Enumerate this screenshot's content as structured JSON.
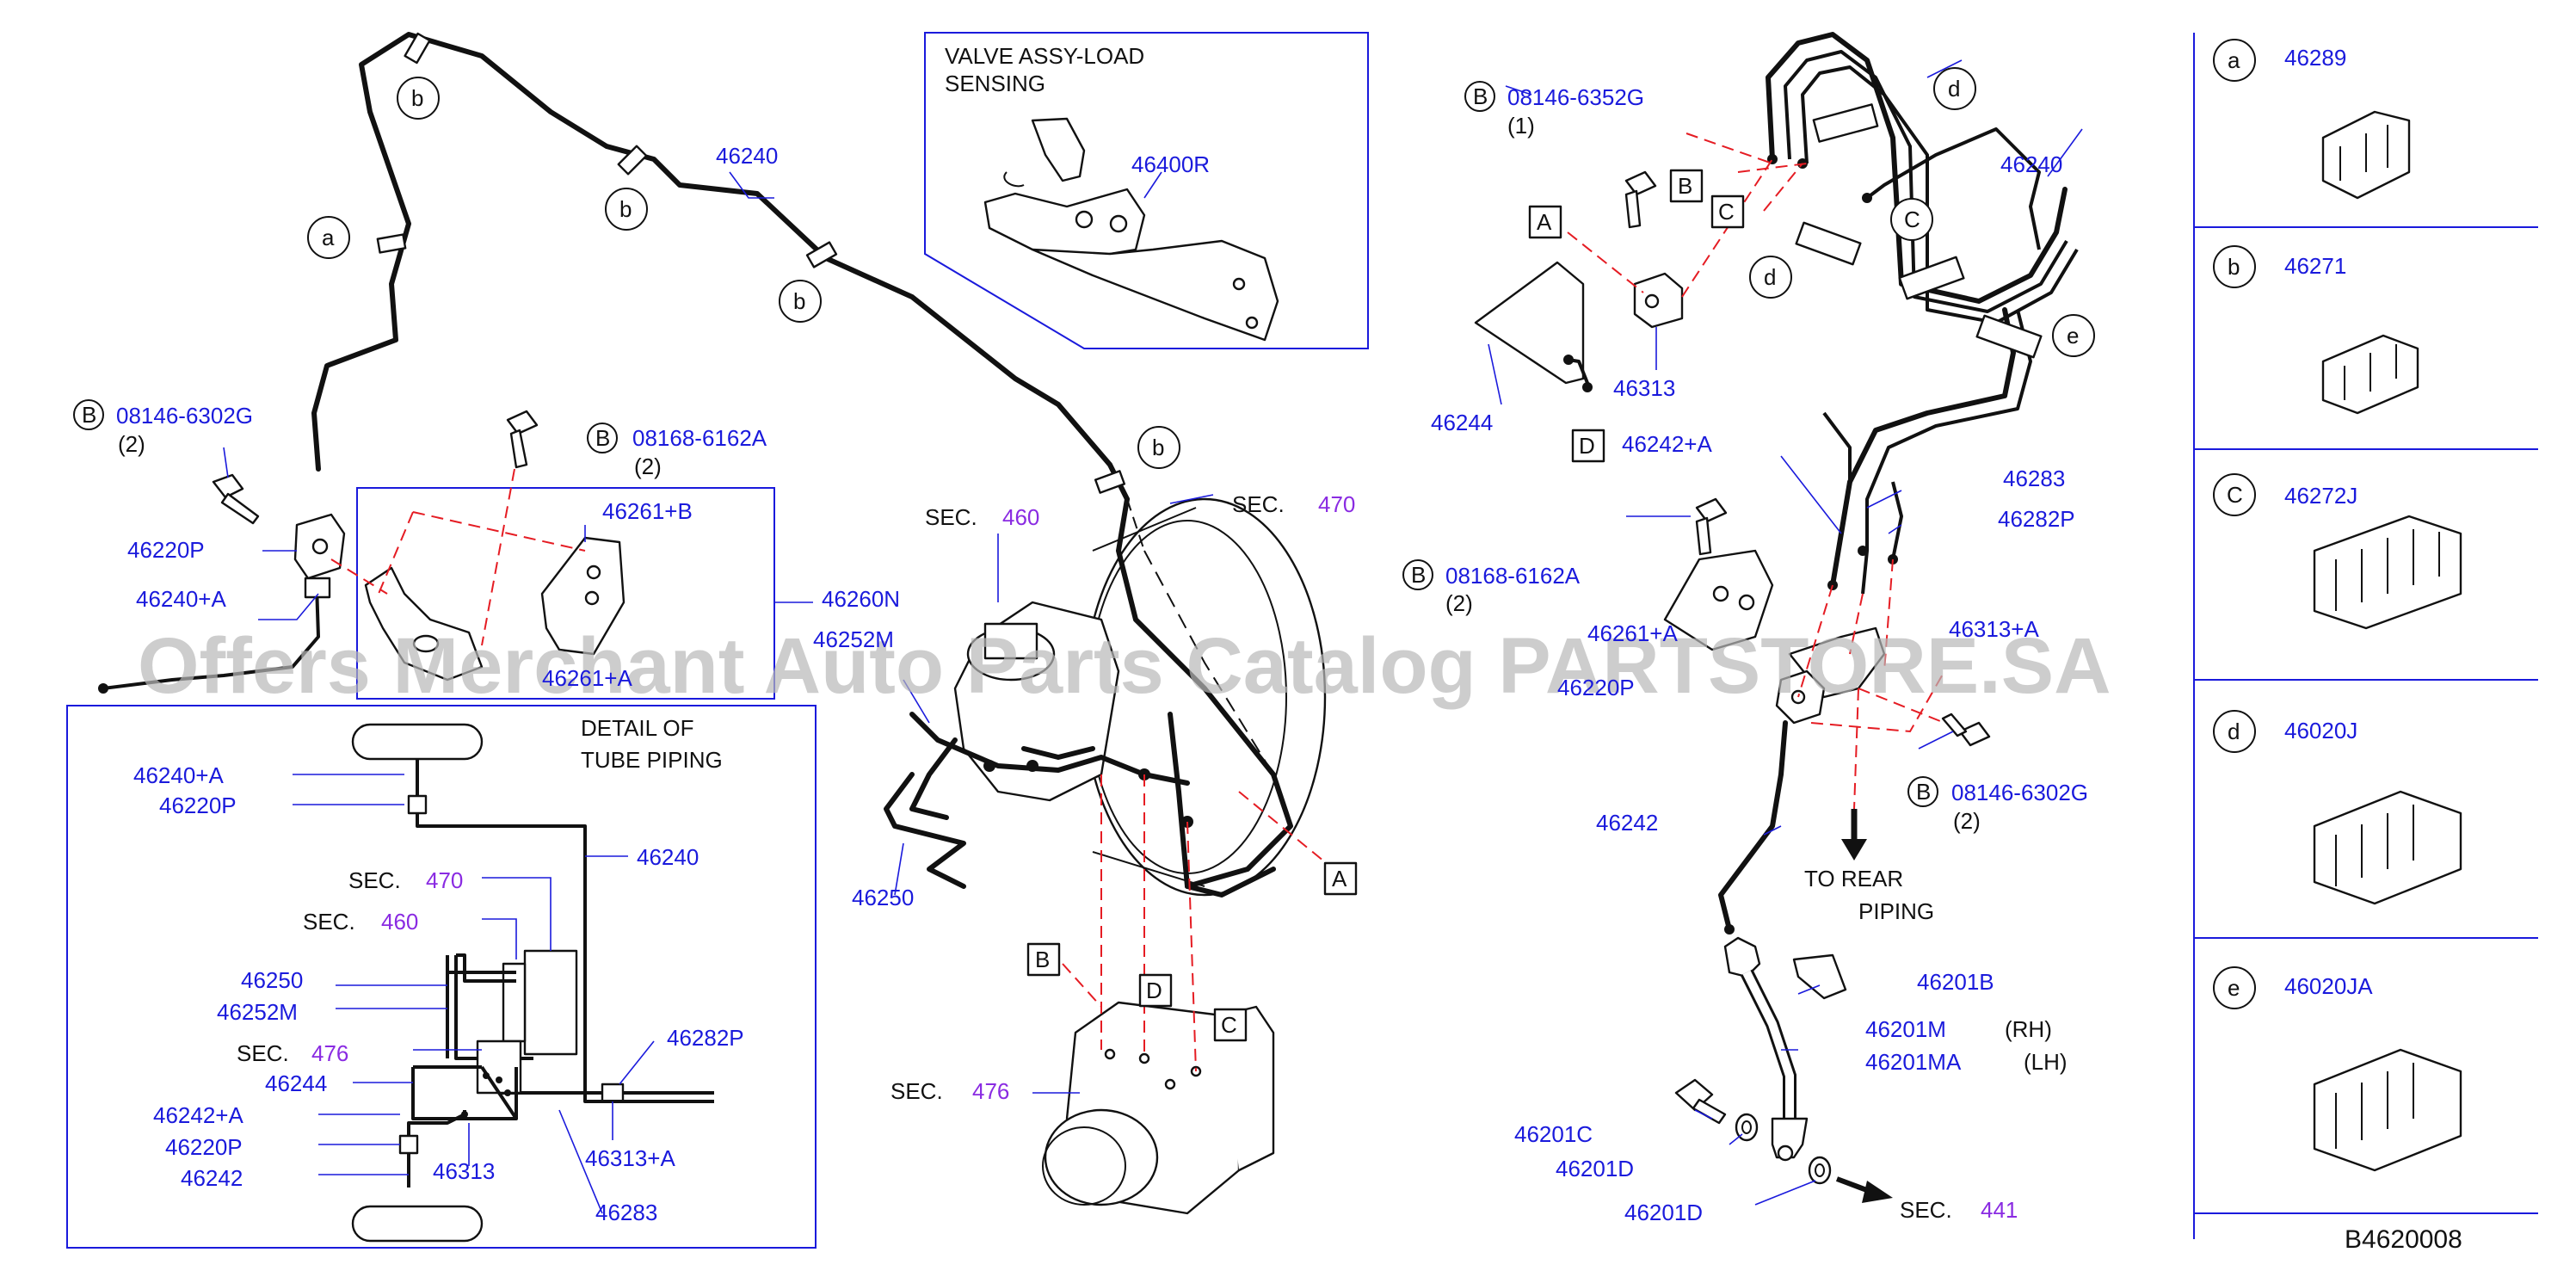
{
  "watermark": "Offers Merchant Auto Parts Catalog PARTSTORE.SA",
  "diagram_code": "B4620008",
  "insets": {
    "valve_title_1": "VALVE   ASSY-LOAD",
    "valve_title_2": "SENSING",
    "detail_title_1": "DETAIL   OF",
    "detail_title_2": "TUBE   PIPING",
    "to_rear_1": "TO   REAR",
    "to_rear_2": "PIPING"
  },
  "parts": {
    "p46240": "46240",
    "p46240a": "46240+A",
    "p46220p": "46220P",
    "p46261b": "46261+B",
    "p46261a": "46261+A",
    "p46260n": "46260N",
    "p46252m": "46252M",
    "p46250": "46250",
    "p46400r": "46400R",
    "p46244": "46244",
    "p46313": "46313",
    "p46313a": "46313+A",
    "p46242a": "46242+A",
    "p46283": "46283",
    "p46282p": "46282P",
    "p46242": "46242",
    "p46201b": "46201B",
    "p46201m": "46201M",
    "p46201ma": "46201MA",
    "p46201c": "46201C",
    "p46201d": "46201D",
    "p46289": "46289",
    "p46271": "46271",
    "p46272j": "46272J",
    "p46020j": "46020J",
    "p46020ja": "46020JA"
  },
  "bolts": {
    "b6302g": "08146-6302G",
    "b6162a": "08168-6162A",
    "b6352g": "08146-6352G",
    "qty1": "(1)",
    "qty2": "(2)",
    "rh": "(RH)",
    "lh": "(LH)"
  },
  "sections": {
    "sec": "SEC.",
    "s460": "460",
    "s470": "470",
    "s476": "476",
    "s441": "441"
  },
  "markers": {
    "a": "a",
    "b": "b",
    "c": "C",
    "d": "d",
    "e": "e",
    "A": "A",
    "B": "B",
    "C": "C",
    "D": "D",
    "Bcirc": "B"
  }
}
